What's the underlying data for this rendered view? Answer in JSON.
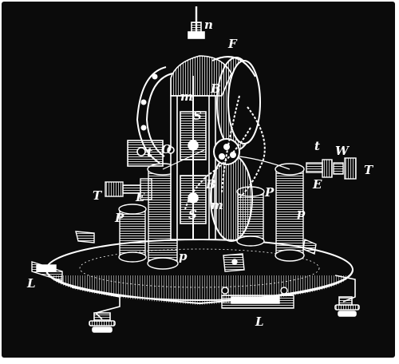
{
  "figure": {
    "palette": {
      "ink": "#ffffff",
      "ground": "#0b0b0b",
      "paper": "#ffffff"
    },
    "labels": {
      "n": "n",
      "F": "F",
      "m_top": "m",
      "B_top": "B",
      "S_top": "S",
      "O": "O",
      "t_left": "t",
      "t_right": "t",
      "W": "W",
      "T_left": "T",
      "T_right": "T",
      "E_left": "E",
      "E_right": "E",
      "B_bottom": "B",
      "S_bottom": "S",
      "m_bottom": "m",
      "P_left": "P",
      "P_right": "P",
      "p_left": "p",
      "p_right": "p",
      "L_left": "L",
      "L_bottom": "L"
    }
  }
}
